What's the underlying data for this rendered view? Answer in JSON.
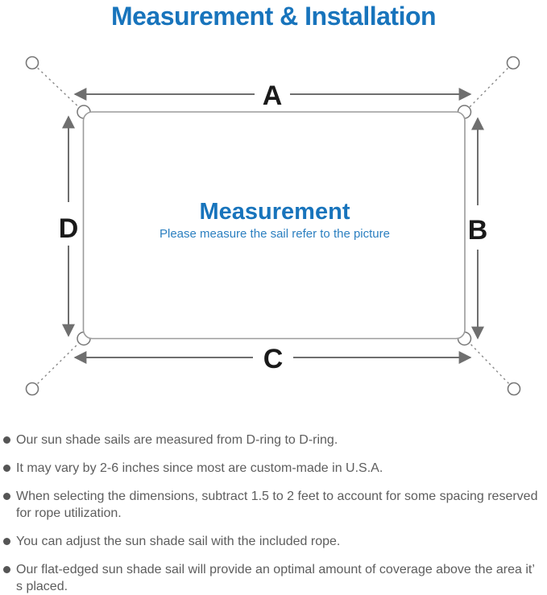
{
  "title": "Measurement & Installation",
  "diagram": {
    "side_labels": {
      "top": "A",
      "right": "B",
      "bottom": "C",
      "left": "D"
    },
    "center_heading": "Measurement",
    "center_subtext": "Please measure the sail refer to the picture"
  },
  "notes": {
    "items": [
      "Our sun shade sails are measured from D-ring to D-ring.",
      "It may vary by 2-6 inches since most are custom-made in U.S.A.",
      "When selecting the dimensions, subtract 1.5 to 2 feet to account for some spacing reserved for rope utilization.",
      "You can adjust the sun shade sail with the included rope.",
      "Our flat-edged sun shade sail will provide an optimal amount of coverage above the area it’ s placed."
    ]
  },
  "colors": {
    "accent_blue": "#1874bc",
    "subtext_blue": "#2b7fc0",
    "body_text": "#5d5d5d",
    "line_gray": "#6f6f6f",
    "outline_gray": "#9b9b9b"
  }
}
